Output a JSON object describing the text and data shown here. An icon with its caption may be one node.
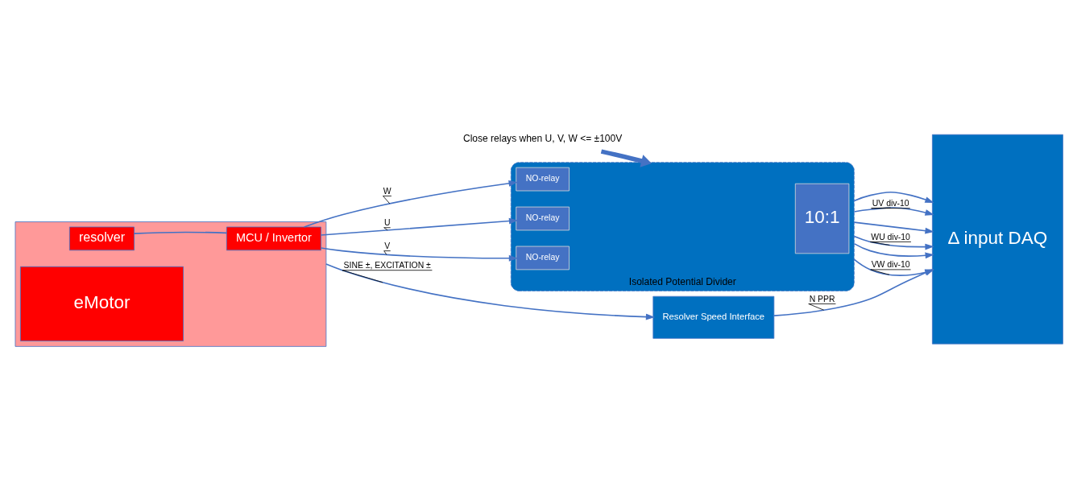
{
  "diagram": {
    "nodes": [
      {
        "text": [],
        "shape": "box"
      },
      {
        "text": [
          "resolver"
        ],
        "in": 0
      },
      {
        "text": [
          "eMotor"
        ],
        "in": 0
      },
      {
        "text": [
          "MCU / Invertor"
        ],
        "in": 0
      },
      {
        "text": [
          "Resolver Speed Interface"
        ]
      },
      {
        "text": [
          "Δ input DAQ"
        ]
      },
      {
        "text": [
          "Isolated Potential Divider"
        ]
      },
      {
        "text": [
          "NO-relay"
        ],
        "in": 6
      },
      {
        "text": [
          "NO-relay"
        ],
        "in": 6
      },
      {
        "text": [
          "NO-relay"
        ],
        "in": 6
      },
      {
        "text": [
          "10:1"
        ],
        "in": 6
      },
      {
        "text": [
          "Close relays when U, V, W <= ±100V"
        ]
      }
    ],
    "edges": [
      {
        "from": 0,
        "to": 4,
        "arrow": "to",
        "label": "SINE ±, EXCITATION ±"
      },
      {
        "from": 1,
        "to": 3,
        "arrow": "none"
      },
      {
        "from": 4,
        "to": 5,
        "arrow": "to",
        "label": "N PPR"
      },
      {
        "from": 3,
        "to": 7,
        "arrow": "to",
        "label": "U"
      },
      {
        "from": 3,
        "to": 8,
        "arrow": "to",
        "label": "V"
      },
      {
        "from": 3,
        "to": 9,
        "arrow": "to",
        "label": "W"
      },
      {
        "from": 11,
        "to": 6,
        "arrow": "to",
        "style": "thick"
      },
      {
        "from": 6,
        "to": 5,
        "arrow": "to",
        "label": "UV div-10"
      },
      {
        "from": 6,
        "to": 5,
        "arrow": "to"
      },
      {
        "from": 6,
        "to": 5,
        "arrow": "to",
        "label": "WU div-10"
      },
      {
        "from": 6,
        "to": 5,
        "arrow": "to"
      },
      {
        "from": 6,
        "to": 5,
        "arrow": "to",
        "label": "VW div-10"
      },
      {
        "from": 6,
        "to": 5,
        "arrow": "to"
      }
    ]
  }
}
